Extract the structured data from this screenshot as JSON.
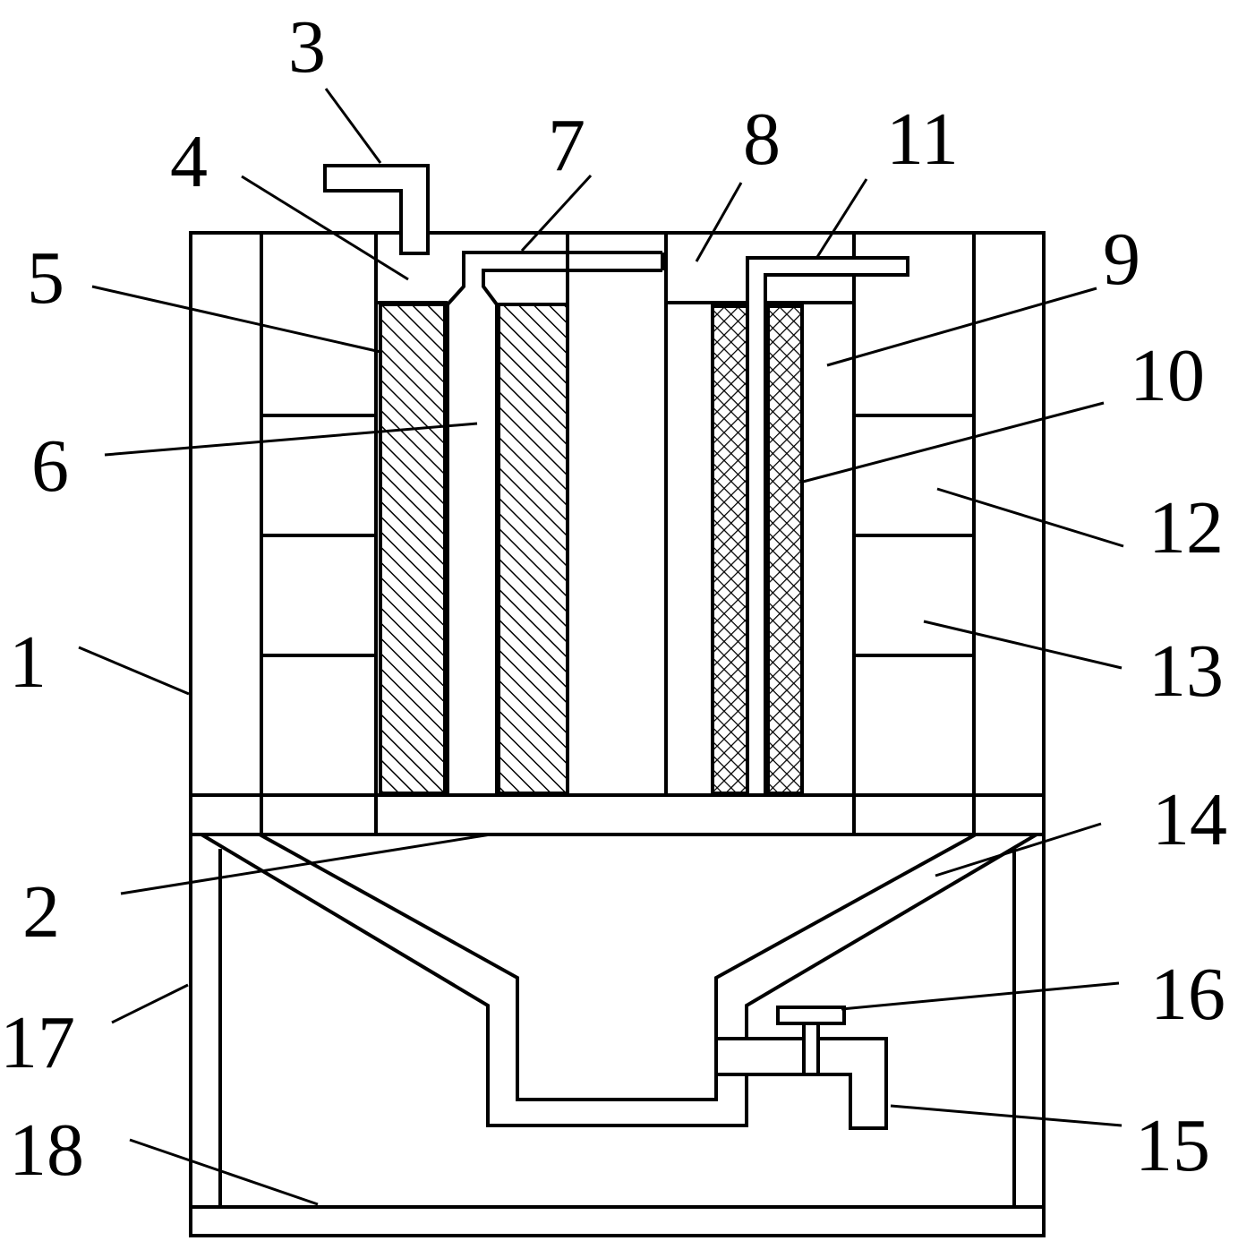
{
  "labels": {
    "l1": "1",
    "l2": "2",
    "l3": "3",
    "l4": "4",
    "l5": "5",
    "l6": "6",
    "l7": "7",
    "l8": "8",
    "l9": "9",
    "l10": "10",
    "l11": "11",
    "l12": "12",
    "l13": "13",
    "l14": "14",
    "l15": "15",
    "l16": "16",
    "l17": "17",
    "l18": "18"
  },
  "colors": {
    "stroke": "#000000",
    "background": "#ffffff"
  }
}
